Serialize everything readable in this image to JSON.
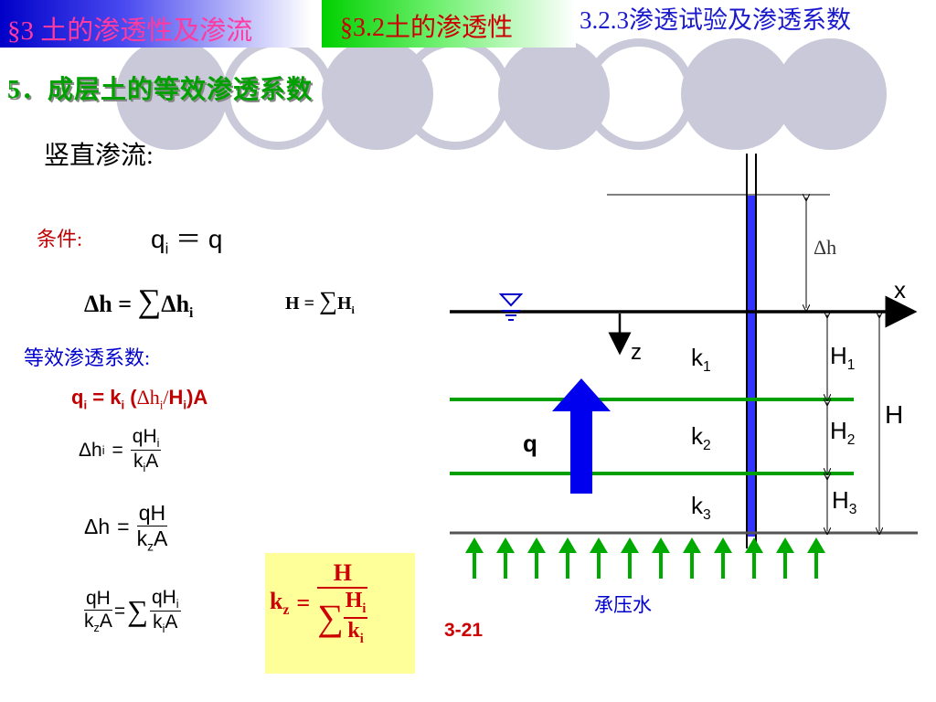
{
  "header": {
    "section_tab": "§3 土的渗透性及渗流",
    "subsection_tab": "§3.2土的渗透性",
    "topic_tab": "3.2.3渗透试验及渗透系数"
  },
  "slide": {
    "title": "5．成层土的等效渗透系数",
    "subtitle": "竖直渗流:",
    "condition_label": "条件:",
    "eq_condition": {
      "lhs": "q",
      "lhs_sub": "i",
      "op": "＝",
      "rhs": "q"
    },
    "eq_sum_h": {
      "lhs": "Δh",
      "eq": "=",
      "sum": "∑",
      "rhs": "Δh",
      "rhs_sub": "i"
    },
    "eq_sum_H": {
      "lhs": "H",
      "eq": "=",
      "sum": "∑",
      "rhs": "H",
      "rhs_sub": "i"
    },
    "equiv_label": "等效渗透系数:",
    "eq_darcy": {
      "q": "q",
      "q_sub": "i",
      "eq": " = k",
      "k_sub": "i",
      "open": " (",
      "dh": "Δh",
      "dh_sub": "i",
      "slash": "/",
      "H": "H",
      "H_sub": "i",
      "close": ")A"
    },
    "eq_dhi": {
      "lhs": "Δh",
      "lhs_sub": "i",
      "eq": "=",
      "num": "qH",
      "num_sub": "i",
      "den_k": "k",
      "den_sub": "i",
      "den_A": "A"
    },
    "eq_dh": {
      "lhs": "Δh",
      "eq": "=",
      "num": "qH",
      "den_k": "k",
      "den_sub": "z",
      "den_A": "A"
    },
    "eq_relation": {
      "num1": "qH",
      "den1_k": "k",
      "den1_sub": "z",
      "den1_A": "A",
      "eq": "=",
      "sum": "∑",
      "num2": "qH",
      "num2_sub": "i",
      "den2_k": "k",
      "den2_sub": "i",
      "den2_A": "A"
    },
    "result": {
      "lhs": "k",
      "lhs_sub": "z",
      "eq": "=",
      "num": "H",
      "sum": "∑",
      "inner_num": "H",
      "inner_num_sub": "i",
      "inner_den": "k",
      "inner_den_sub": "i"
    },
    "eq_number": "3-21"
  },
  "diagram": {
    "delta_h": "Δh",
    "x_axis": "x",
    "z_axis": "z",
    "flow_label": "q",
    "k1": "k",
    "k1_sub": "1",
    "k2": "k",
    "k2_sub": "2",
    "k3": "k",
    "k3_sub": "3",
    "H1": "H",
    "H1_sub": "1",
    "H2": "H",
    "H2_sub": "2",
    "H3": "H",
    "H3_sub": "3",
    "H_total": "H",
    "pressure_water": "承压水"
  },
  "colors": {
    "title_green": "#00a000",
    "condition_red": "#c00000",
    "label_blue": "#0000cc",
    "layer_green": "#00a000",
    "standpipe_blue": "#3333ff",
    "result_bg": "#ffff99",
    "result_text": "#cc0000"
  }
}
